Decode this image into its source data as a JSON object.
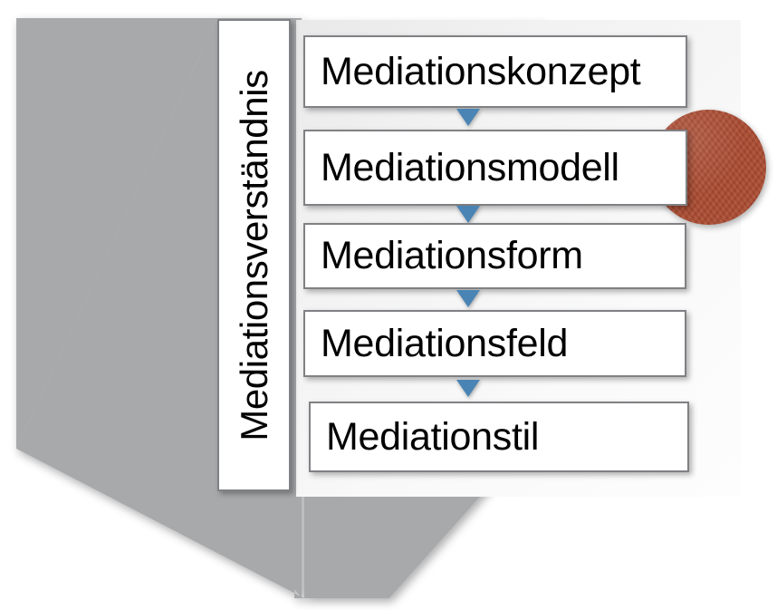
{
  "diagram": {
    "title": "Mediationsverständnis",
    "vertical_label": "Mediationsverständnis",
    "steps": [
      {
        "label": "Mediationskonzept"
      },
      {
        "label": "Mediationsmodell"
      },
      {
        "label": "Mediationsform"
      },
      {
        "label": "Mediationsfeld"
      },
      {
        "label": "Mediationstil"
      }
    ],
    "connectors": [
      {
        "icon": "down-triangle-icon"
      },
      {
        "icon": "down-triangle-icon"
      },
      {
        "icon": "down-triangle-icon"
      },
      {
        "icon": "down-triangle-icon"
      }
    ],
    "highlight": {
      "shape": "circle",
      "icon": "red-circle-marker",
      "target_step": "Mediationsmodell"
    },
    "colors": {
      "box_border": "#808184",
      "box_fill": "#ffffff",
      "text": "#000000",
      "arrow_blue": "#4a84b4",
      "funnel_gray": "#a8a9ab",
      "panel_light": "#f3f3f3",
      "circle_red": "#a9492f"
    }
  }
}
